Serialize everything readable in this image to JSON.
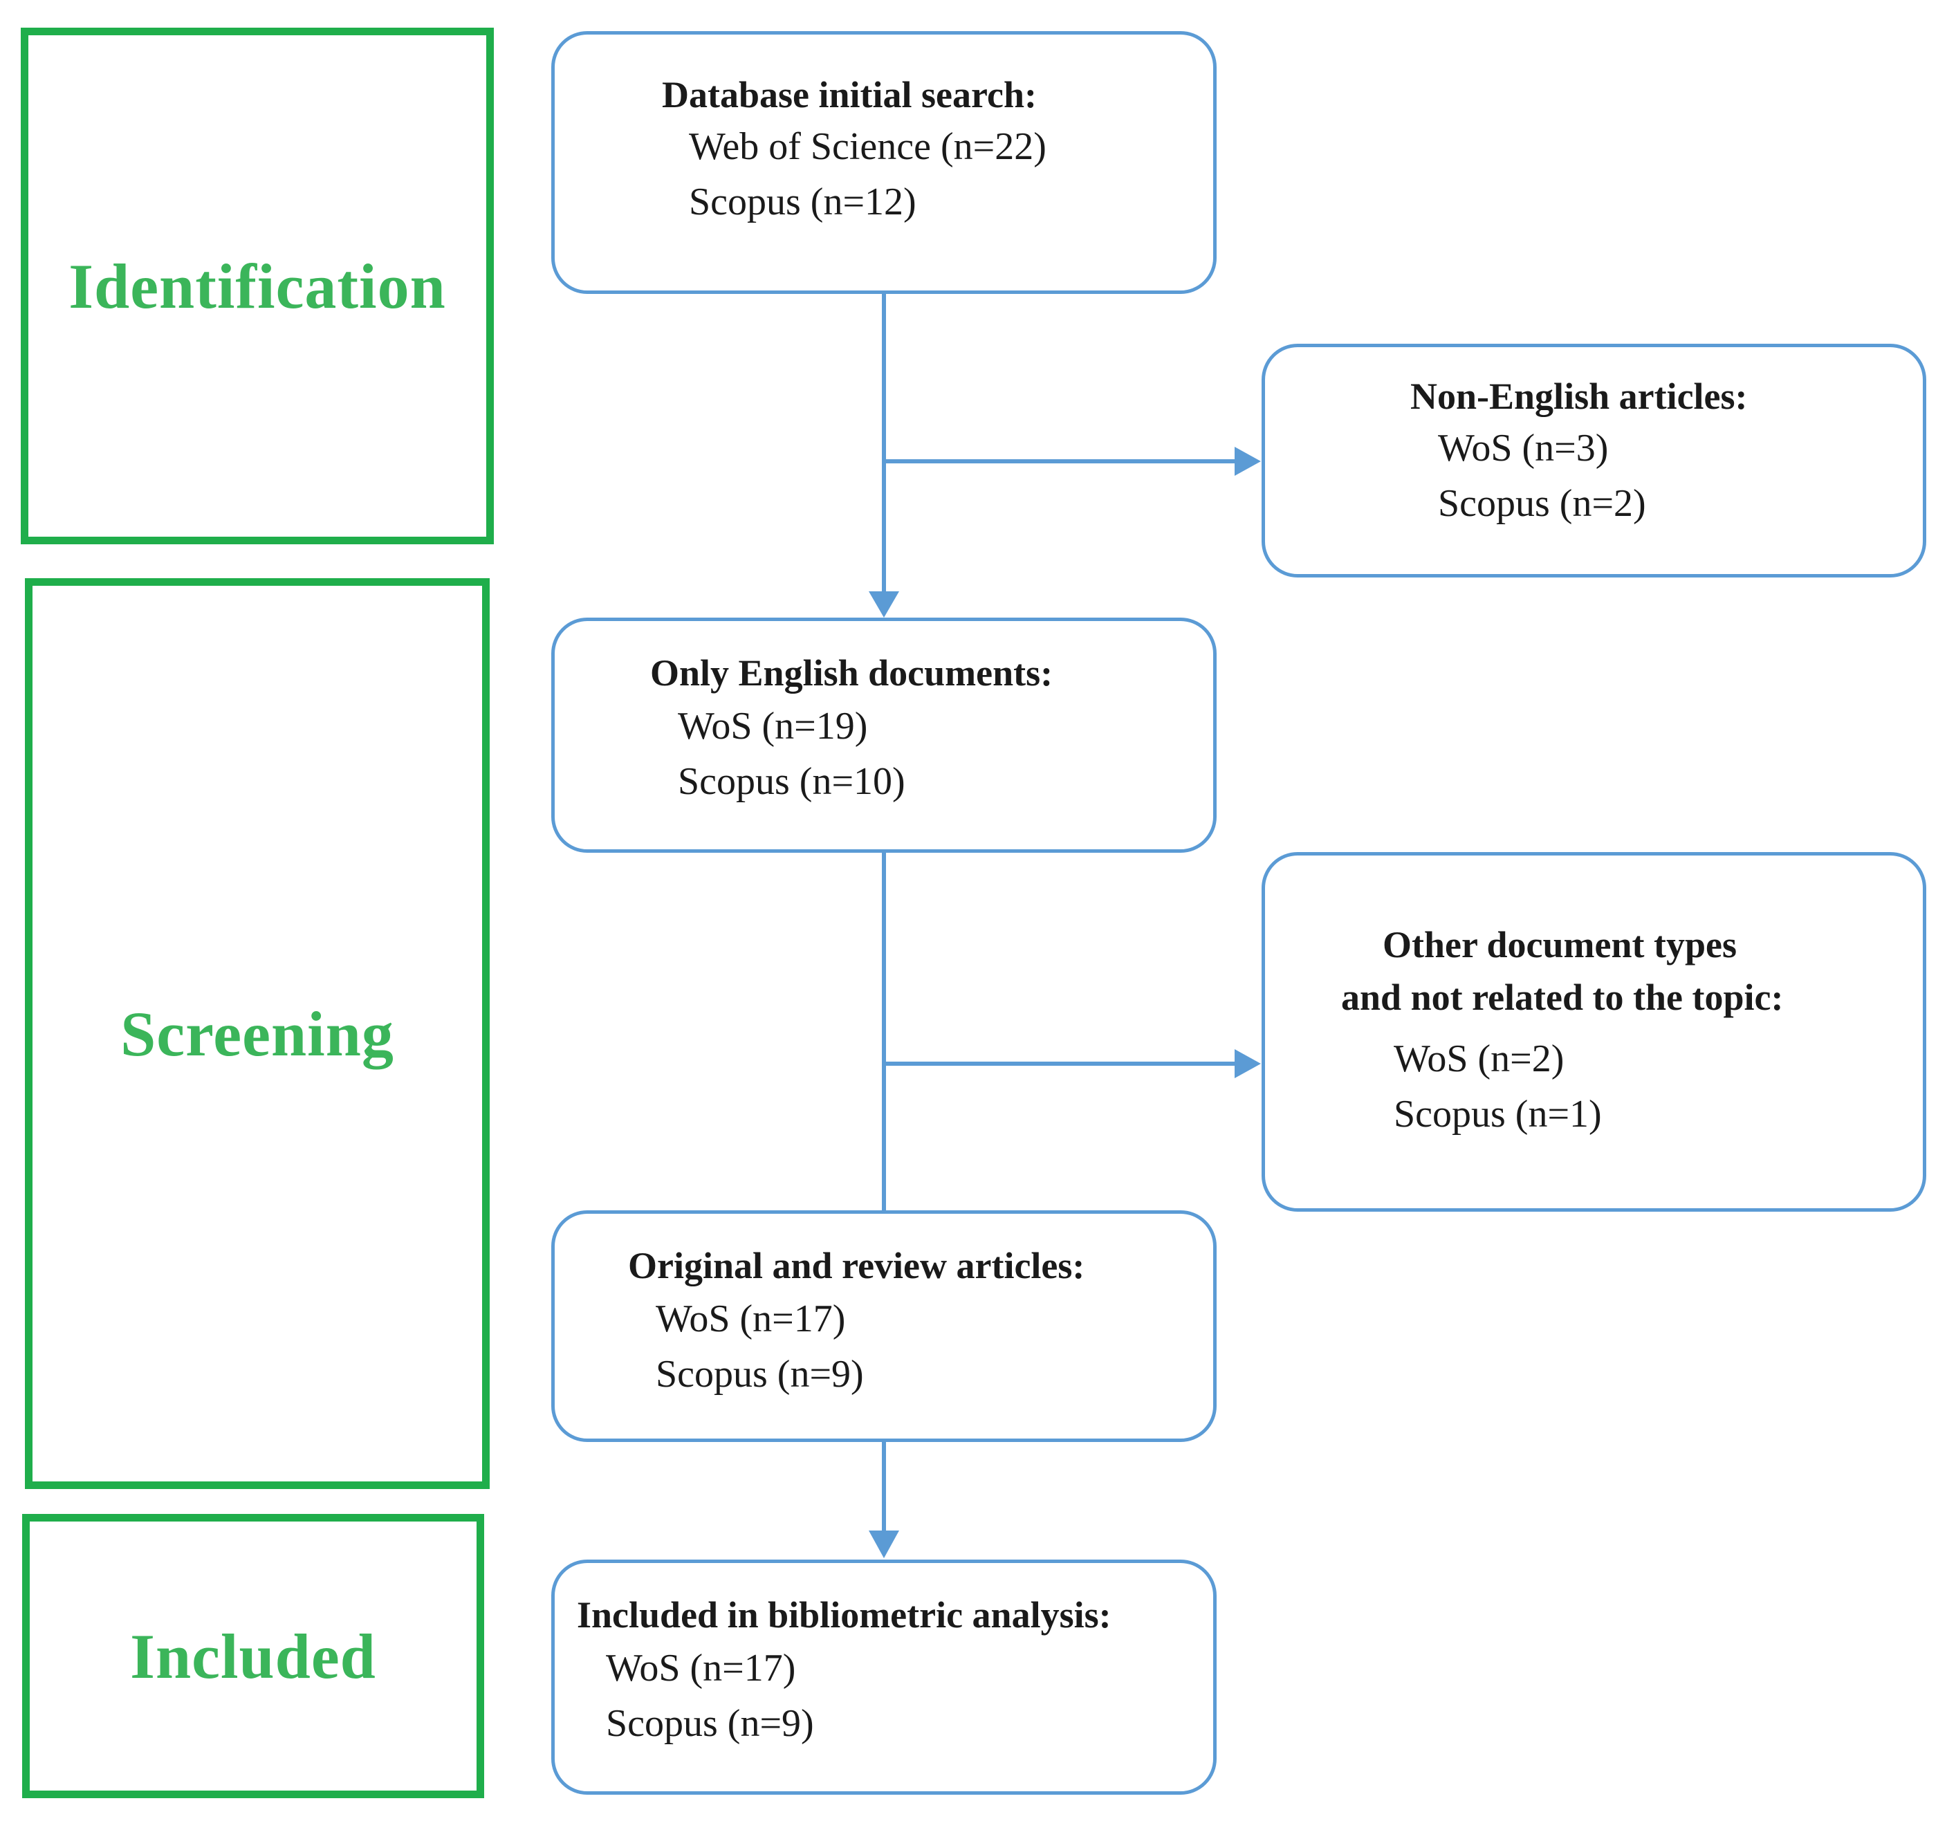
{
  "phases": {
    "identification": "Identification",
    "screening": "Screening",
    "included": "Included"
  },
  "boxes": {
    "initial_search": {
      "title": "Database initial search:",
      "lines": [
        "Web of Science (n=22)",
        "Scopus (n=12)"
      ]
    },
    "non_english": {
      "title": "Non-English articles:",
      "lines": [
        "WoS (n=3)",
        "Scopus (n=2)"
      ]
    },
    "english_only": {
      "title": "Only English documents:",
      "lines": [
        "WoS (n=19)",
        "Scopus (n=10)"
      ]
    },
    "other_types": {
      "title_line1": "Other document types",
      "title_line2": "and not related to the topic:",
      "lines": [
        "WoS (n=2)",
        "Scopus (n=1)"
      ]
    },
    "original_review": {
      "title": "Original and review articles:",
      "lines": [
        "WoS (n=17)",
        "Scopus (n=9)"
      ]
    },
    "included": {
      "title": "Included in bibliometric analysis:",
      "lines": [
        "WoS (n=17)",
        "Scopus (n=9)"
      ]
    }
  },
  "colors": {
    "phase_border": "#1fae4b",
    "phase_text": "#3bb55a",
    "box_border": "#5b9bd5",
    "arrow": "#5b9bd5"
  }
}
